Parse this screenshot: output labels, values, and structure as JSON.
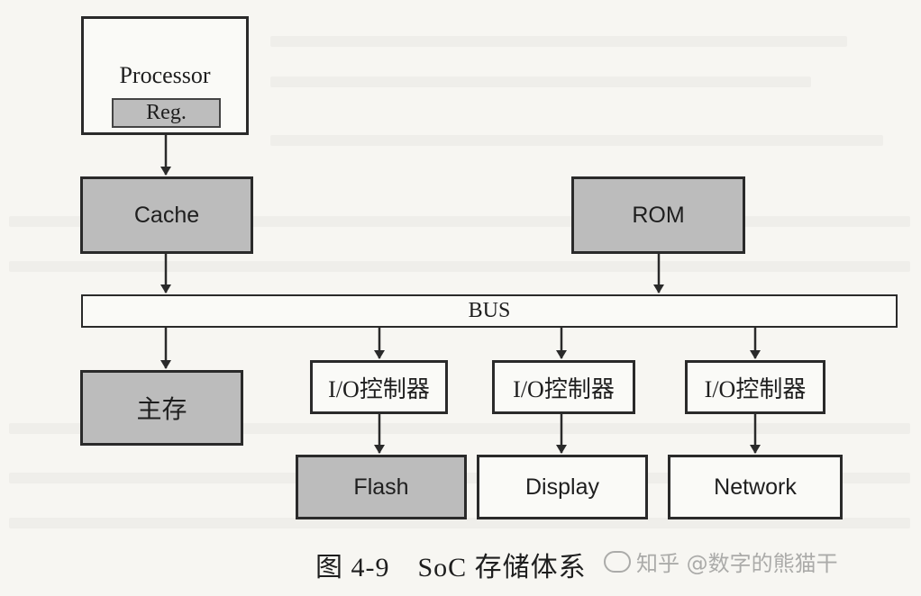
{
  "diagram": {
    "processor": {
      "title": "Processor",
      "register": "Reg."
    },
    "cache": "Cache",
    "rom": "ROM",
    "bus": "BUS",
    "main_memory": "主存",
    "io_controllers": [
      "I/O控制器",
      "I/O控制器",
      "I/O控制器"
    ],
    "devices": [
      "Flash",
      "Display",
      "Network"
    ]
  },
  "caption": "图 4-9　SoC 存储体系",
  "watermark": "知乎 @数字的熊猫干",
  "colors": {
    "shaded_box": "#bcbcbc",
    "white_box": "#fafaf7",
    "line": "#2a2a2a",
    "page_bg": "#f7f6f2"
  }
}
